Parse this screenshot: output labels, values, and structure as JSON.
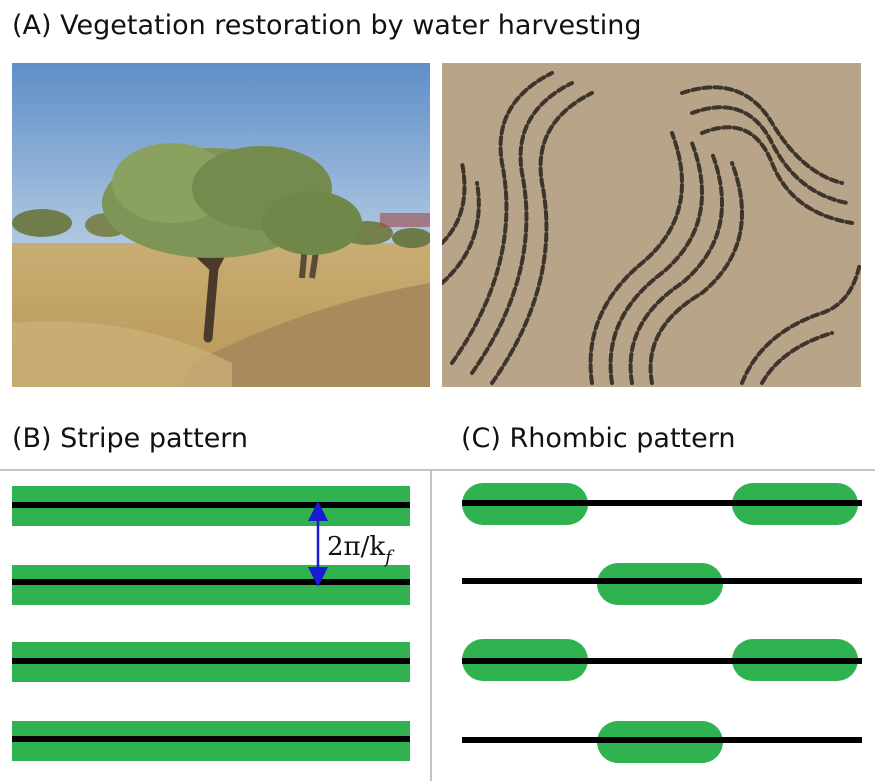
{
  "figure": {
    "panel_a_title": "(A) Vegetation restoration by water harvesting",
    "panel_b_title": "(B) Stripe pattern",
    "panel_c_title": "(C) Rhombic pattern",
    "wavelength_label": "2π/k",
    "wavelength_subscript": "f"
  },
  "colors": {
    "vegetation": "#2fb24f",
    "line": "#000000",
    "arrow": "#1a1ad6",
    "divider": "#b0b0b0"
  }
}
